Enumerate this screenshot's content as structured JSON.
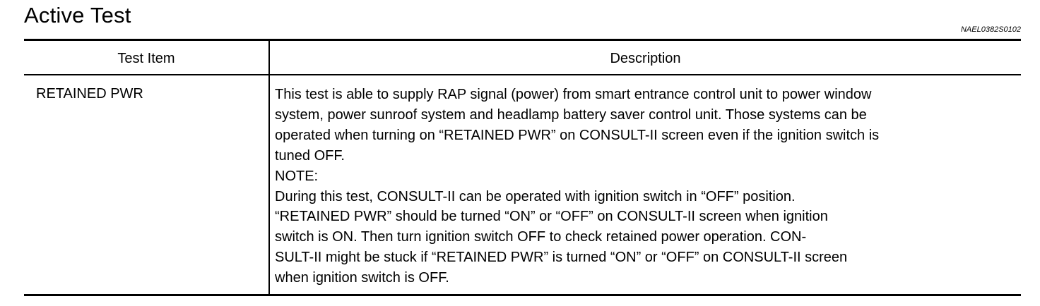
{
  "page": {
    "title": "Active Test",
    "code": "NAEL0382S0102"
  },
  "table": {
    "headers": {
      "test_item": "Test Item",
      "description": "Description"
    },
    "rows": [
      {
        "test_item": "RETAINED PWR",
        "description_lines": [
          "This test is able to supply RAP signal (power) from smart entrance control unit to power window",
          "system, power sunroof system and headlamp battery saver control unit. Those systems can be",
          "operated when turning on “RETAINED PWR” on CONSULT-II screen even if the ignition switch is",
          "tuned OFF.",
          "NOTE:",
          "During this test, CONSULT-II can be operated with ignition switch in “OFF” position.",
          "“RETAINED PWR” should be turned “ON” or “OFF” on CONSULT-II screen when ignition",
          "switch is ON. Then turn ignition switch OFF to check retained power operation. CON-",
          "SULT-II might be stuck if “RETAINED PWR” is turned “ON” or “OFF” on CONSULT-II screen",
          "when ignition switch is OFF."
        ]
      }
    ]
  }
}
